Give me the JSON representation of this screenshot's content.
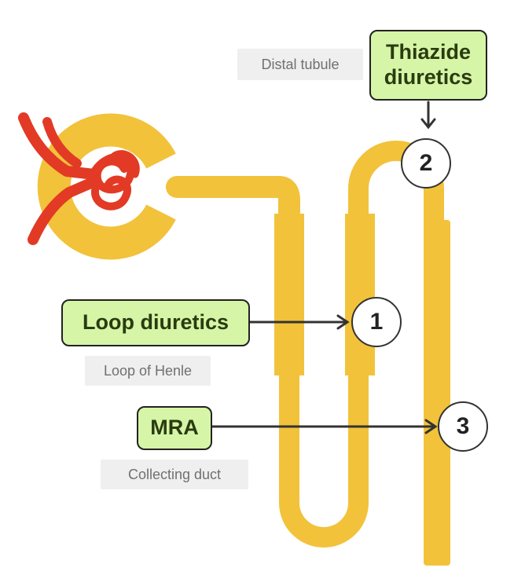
{
  "labels": {
    "distal_tubule": "Distal tubule",
    "loop_of_henle": "Loop of Henle",
    "collecting_duct": "Collecting duct"
  },
  "drugs": {
    "thiazide": "Thiazide diuretics",
    "loop": "Loop diuretics",
    "mra": "MRA"
  },
  "sites": {
    "one": "1",
    "two": "2",
    "three": "3"
  },
  "colors": {
    "tubule": "#f2c23a",
    "vessel": "#e23a25",
    "drug_box": "#d6f5a6",
    "label_bg": "#efefef"
  }
}
